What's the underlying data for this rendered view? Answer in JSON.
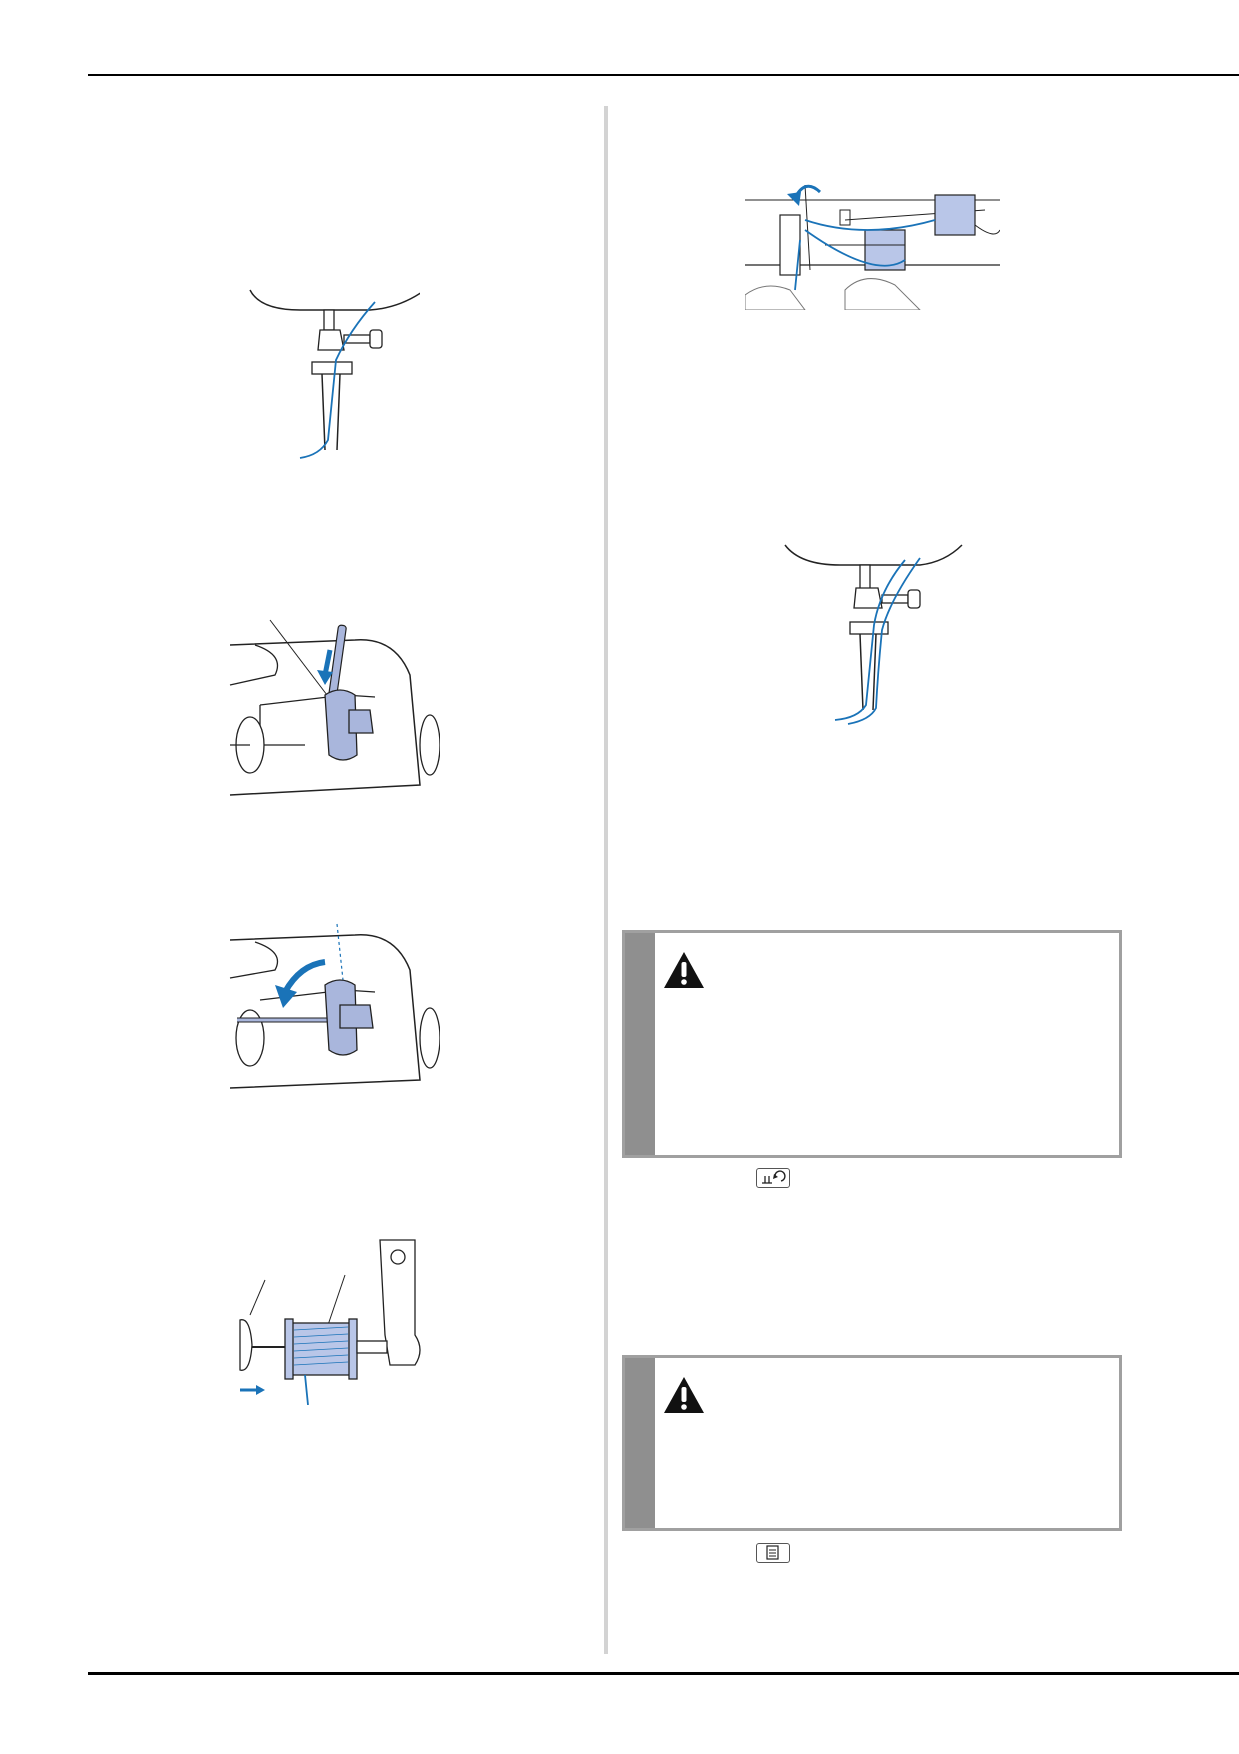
{
  "page": {
    "colors": {
      "thread_blue": "#1a73b8",
      "spool_fill": "#b9c6e8",
      "part_fill": "#a9b6dc",
      "caution_band": "#8f8f8f",
      "caution_border": "#a0a0a0",
      "divider": "#d3d3d3"
    }
  },
  "figures": [
    {
      "name": "twin-needle-threaded",
      "column": "left"
    },
    {
      "name": "spool-pin-raise",
      "column": "left"
    },
    {
      "name": "spool-pin-horizontal",
      "column": "left"
    },
    {
      "name": "spool-and-cap",
      "column": "left"
    },
    {
      "name": "second-thread-path",
      "column": "right"
    },
    {
      "name": "twin-needle-both-threads",
      "column": "right"
    }
  ],
  "cautions": [
    {
      "icon": "warning-triangle-icon",
      "button_icon": "presser-foot-needle-key-icon"
    },
    {
      "icon": "warning-triangle-icon",
      "button_icon": "settings-key-icon"
    }
  ]
}
